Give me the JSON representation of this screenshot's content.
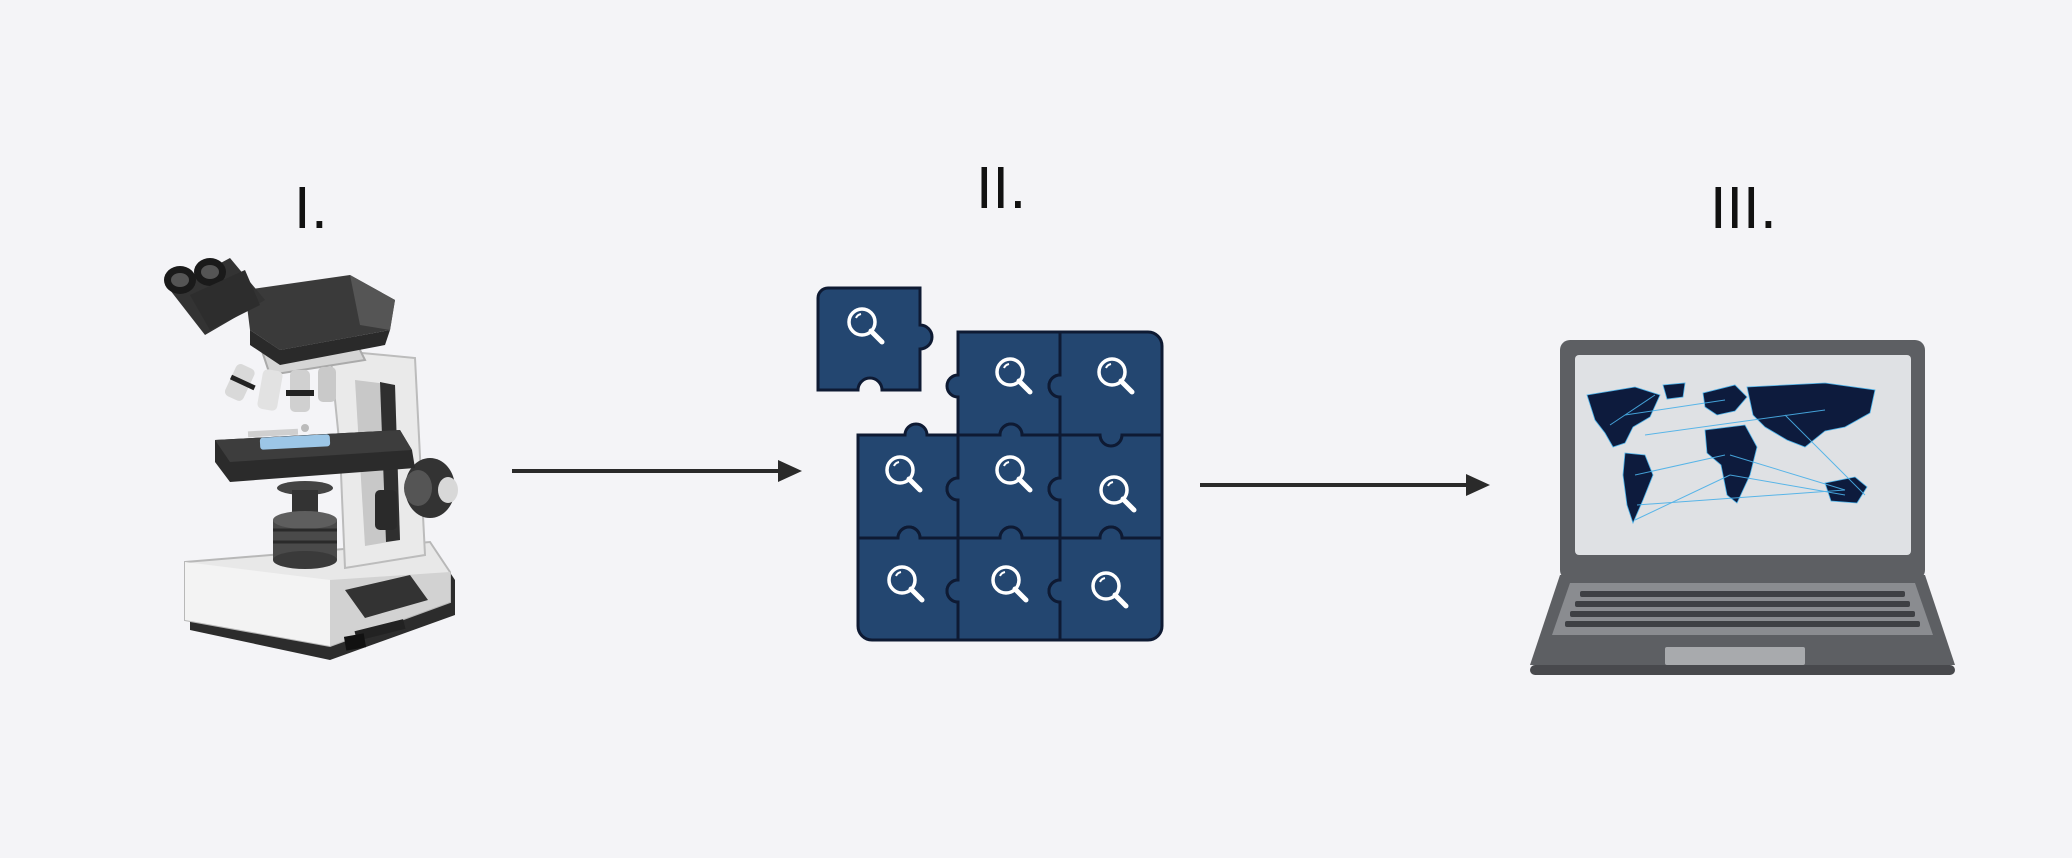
{
  "steps": [
    {
      "label": "I.",
      "icon": "microscope-icon"
    },
    {
      "label": "II.",
      "icon": "puzzle-search-icon"
    },
    {
      "label": "III.",
      "icon": "laptop-world-map-icon"
    }
  ],
  "colors": {
    "background": "#f4f4f7",
    "arrow": "#2a2a2a",
    "puzzle_fill": "#234670",
    "puzzle_stroke": "#0e1a33",
    "map_fill": "#0d1b3d",
    "map_lines": "#4ab0e8",
    "laptop_body": "#5d5f63",
    "screen_bg": "#dfe1e4"
  }
}
